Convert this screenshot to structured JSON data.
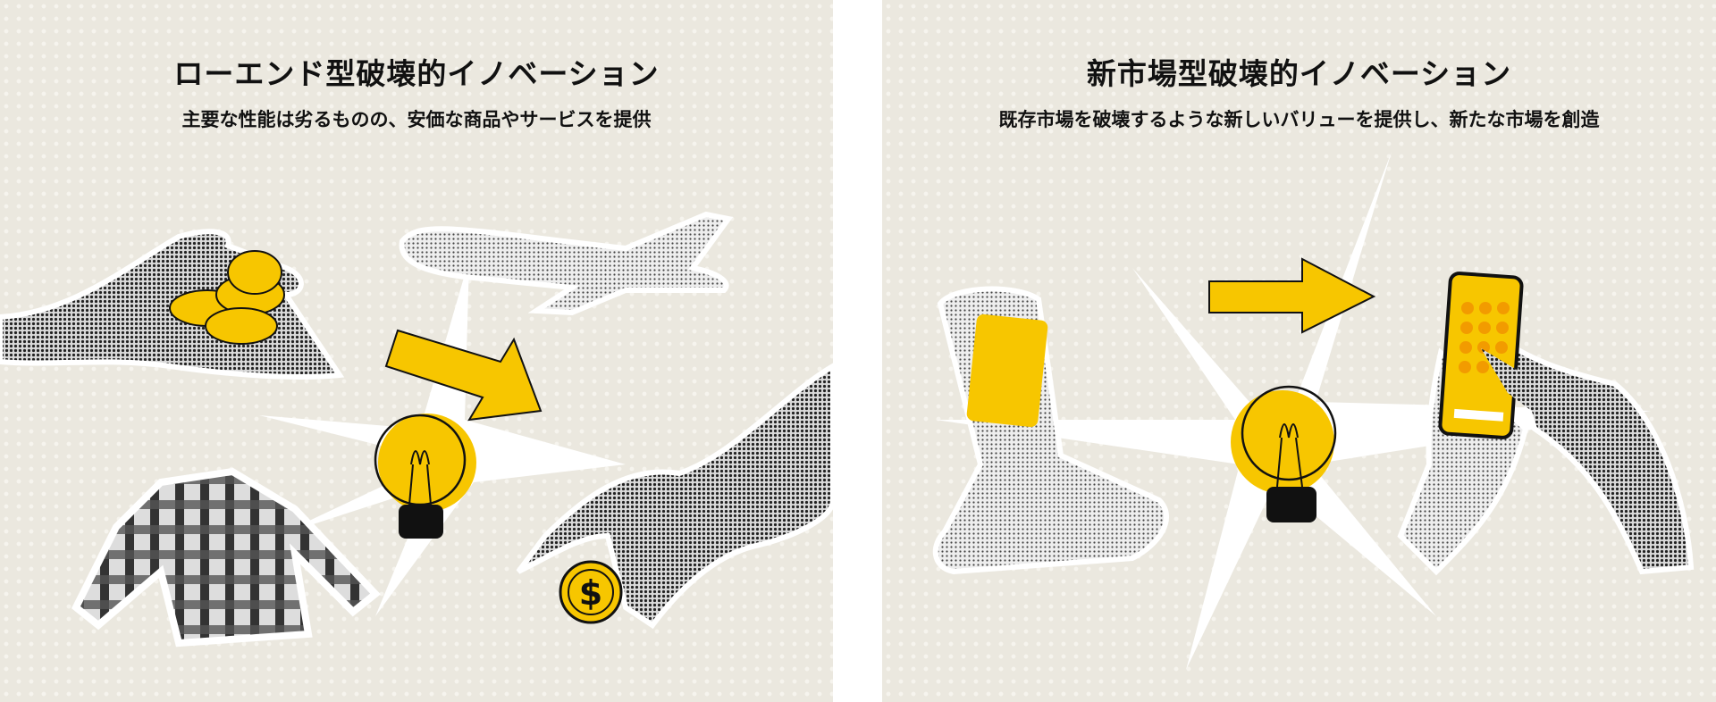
{
  "left": {
    "title": "ローエンド型破壊的イノベーション",
    "subtitle": "主要な性能は劣るものの、安価な商品やサービスを提供",
    "coin_symbol": "$"
  },
  "right": {
    "title": "新市場型破壊的イノベーション",
    "subtitle": "既存市場を破壊するような新しいバリューを提供し、新たな市場を創造"
  },
  "colors": {
    "accent": "#f7c600",
    "background": "#ebe8df",
    "ink": "#111111"
  }
}
